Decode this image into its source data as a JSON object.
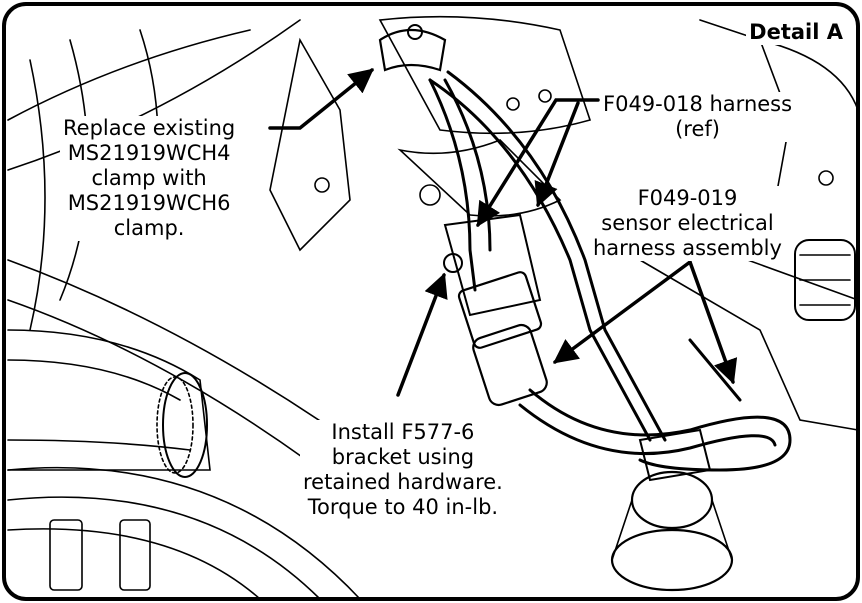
{
  "detail_label": "Detail A",
  "callouts": {
    "clamp": [
      "Replace existing",
      "MS21919WCH4",
      "clamp with",
      "MS21919WCH6",
      "clamp."
    ],
    "harness_ref": [
      "F049-018 harness",
      "(ref)"
    ],
    "sensor_harness": [
      "F049-019",
      "sensor electrical",
      "harness assembly"
    ],
    "bracket": [
      "Install F577-6",
      "bracket using",
      "retained hardware.",
      "Torque to 40 in-lb."
    ]
  }
}
